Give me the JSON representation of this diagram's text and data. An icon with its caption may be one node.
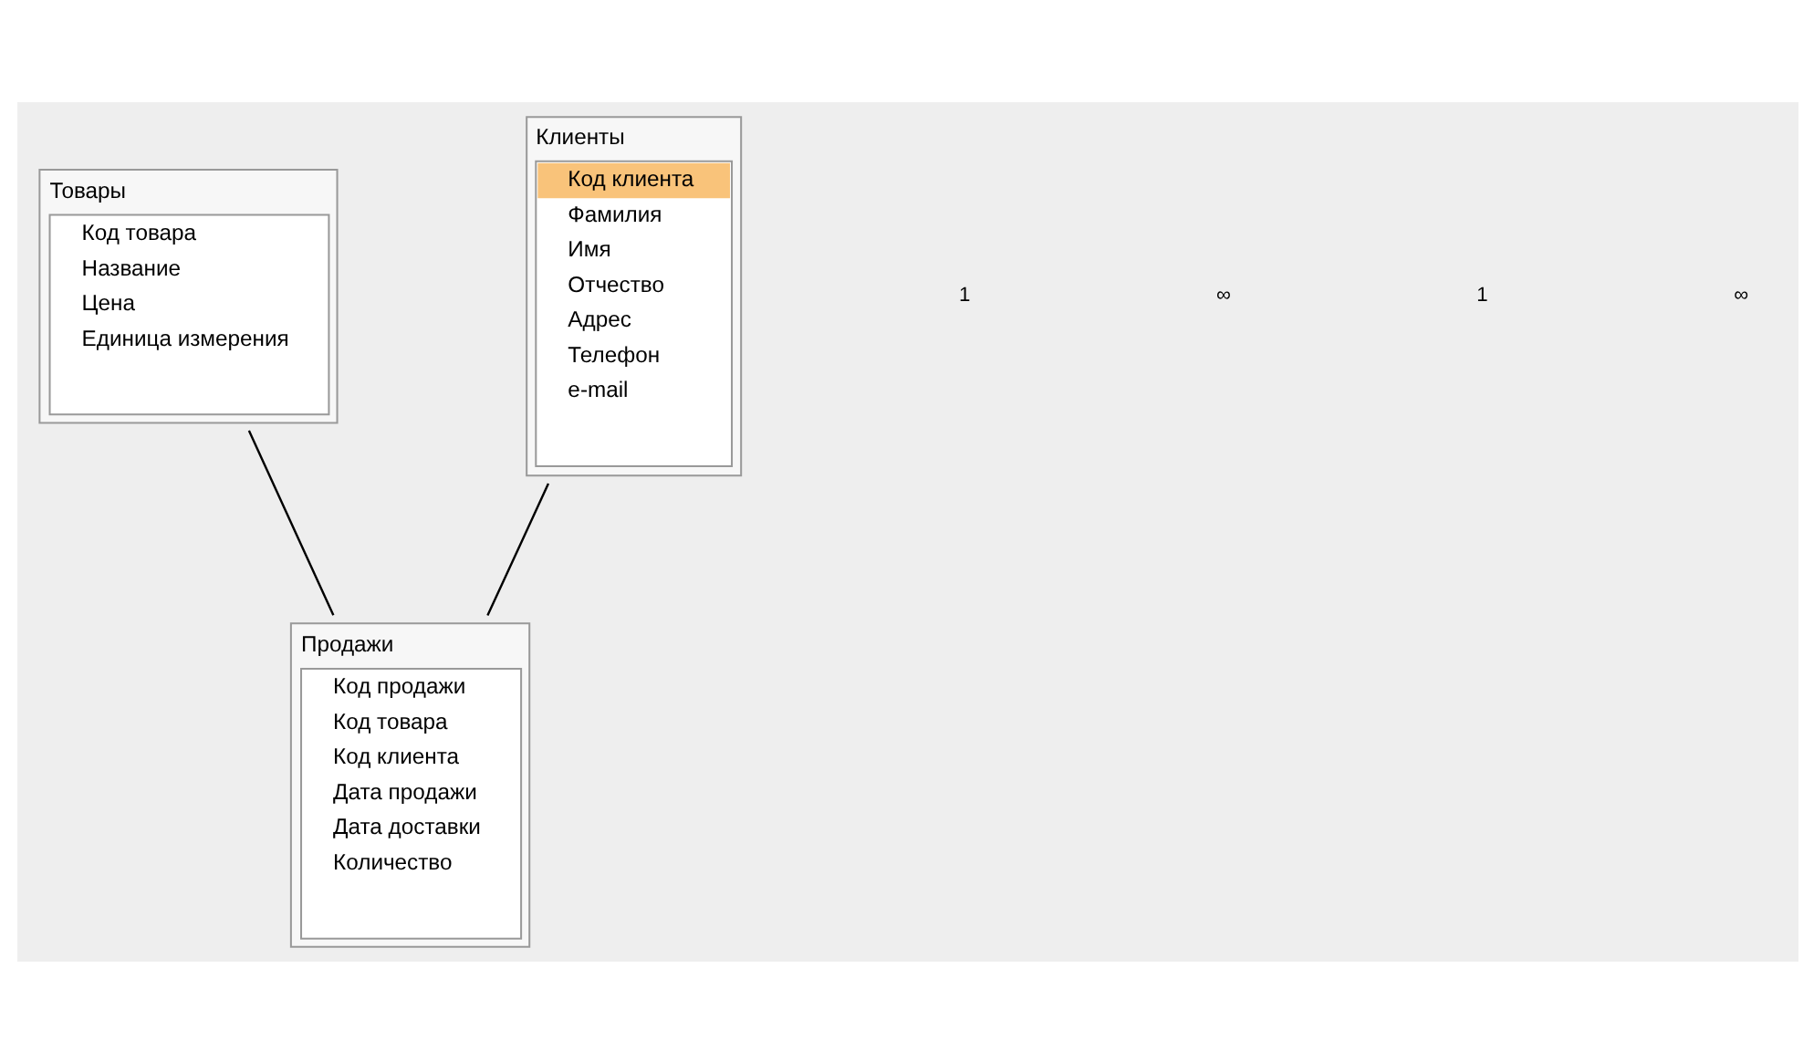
{
  "diagram": {
    "nodes": [
      {
        "text": [
          "Товары",
          "Код товара",
          "Название",
          "Цена",
          "Единица измерения"
        ]
      },
      {
        "text": [
          "Клиенты",
          "Код клиента",
          "Фамилия",
          "Имя",
          "Отчество",
          "Адрес",
          "Телефон",
          "e-mail"
        ]
      },
      {
        "text": [
          "Продажи",
          "Код продажи",
          "Код товара",
          "Код клиента",
          "Дата продажи",
          "Дата доставки",
          "Количество"
        ]
      }
    ],
    "edges": [
      {
        "from": 0,
        "to": 2,
        "arrow": "none"
      },
      {
        "from": 1,
        "to": 2,
        "arrow": "none"
      }
    ],
    "labels": [
      "1",
      "∞",
      "1",
      "∞"
    ]
  }
}
